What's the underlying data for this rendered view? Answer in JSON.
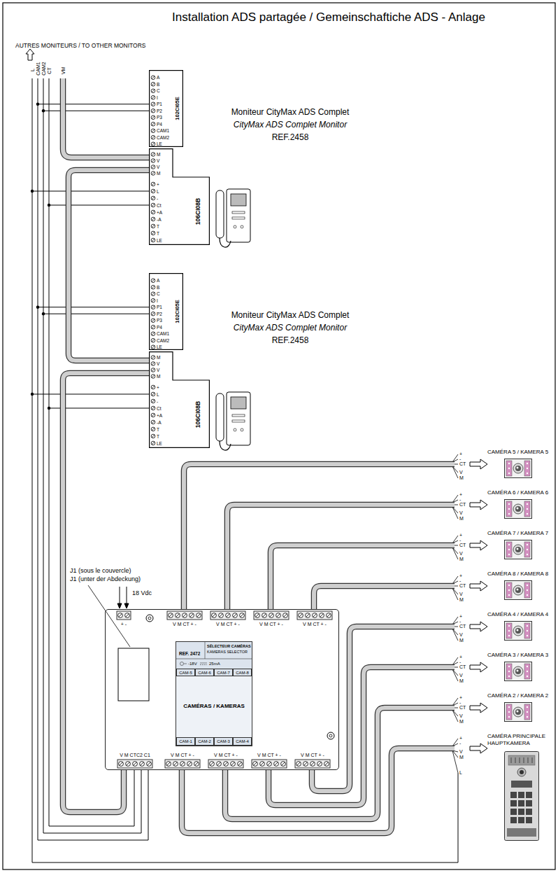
{
  "diagram": {
    "title": "Installation ADS partagée / Gemeinschaftiche ADS - Anlage",
    "nodes": [
      {
        "text": [
          "102CI05E",
          "A",
          "B",
          "C",
          "I",
          "P1",
          "P2",
          "P3",
          "P4",
          "CAM1",
          "CAM2",
          "LE"
        ]
      },
      {
        "text": [
          "106CI08B",
          "M",
          "V",
          "V",
          "M",
          "+",
          "L",
          "-",
          "Ct",
          "+A",
          "-A",
          "T",
          "T",
          "LE"
        ]
      },
      {
        "text": [
          "102CI05E",
          "A",
          "B",
          "C",
          "I",
          "P1",
          "P2",
          "P3",
          "P4",
          "CAM1",
          "CAM2",
          "LE"
        ]
      },
      {
        "text": [
          "106CI08B",
          "M",
          "V",
          "V",
          "M",
          "+",
          "L",
          "-",
          "Ct",
          "+A",
          "-A",
          "T",
          "T",
          "LE"
        ]
      },
      {
        "text": [
          "+ -",
          "V M CT + -",
          "V M CT + -",
          "V M CT + -",
          "V M CT + -",
          "V M CTC2 C1",
          "V M CT + -",
          "V M CT + -",
          "V M CT + -",
          "V M CT + -"
        ]
      },
      {
        "text": [
          "SÉLECTEUR CAMÉRAS",
          "KAMERAS SELECTOR",
          "REF. 2472",
          "-18V",
          "25mA",
          "CAM-5",
          "CAM-6",
          "CAM-7",
          "CAM-8",
          "CAMÉRAS / KAMERAS",
          "CAM-1",
          "CAM-2",
          "CAM-3",
          "CAM-4"
        ],
        "in": 4
      },
      {
        "text": [
          "CAMÉRA 5 / KAMERA 5"
        ]
      },
      {
        "text": [
          "CAMÉRA 6 / KAMERA 6"
        ]
      },
      {
        "text": [
          "CAMÉRA 7 / KAMERA 7"
        ]
      },
      {
        "text": [
          "CAMÉRA 8 / KAMERA 8"
        ]
      },
      {
        "text": [
          "CAMÉRA 4 / KAMERA 4"
        ]
      },
      {
        "text": [
          "CAMÉRA 3 / KAMERA 3"
        ]
      },
      {
        "text": [
          "CAMÉRA 2 / KAMERA 2"
        ]
      },
      {
        "text": [
          "CAMÉRA PRINCIPALE",
          "HAUPTKAMERA"
        ]
      }
    ],
    "edges": [
      {
        "from": 1,
        "to": 3,
        "arrow": "none"
      },
      {
        "from": 3,
        "to": 4,
        "arrow": "none"
      },
      {
        "from": 4,
        "to": 6,
        "arrow": "to"
      },
      {
        "from": 4,
        "to": 7,
        "arrow": "to"
      },
      {
        "from": 4,
        "to": 8,
        "arrow": "to"
      },
      {
        "from": 4,
        "to": 9,
        "arrow": "to"
      },
      {
        "from": 4,
        "to": 10,
        "arrow": "to"
      },
      {
        "from": 4,
        "to": 11,
        "arrow": "to"
      },
      {
        "from": 4,
        "to": 12,
        "arrow": "to"
      },
      {
        "from": 4,
        "to": 13,
        "arrow": "to"
      }
    ],
    "labels": [
      "AUTRES MONITEURS / TO OTHER MONITORS",
      "L",
      "CAM1",
      "CAM2",
      "CT",
      "VM",
      "Moniteur CityMax ADS Complet",
      "CityMax ADS Complet Monitor",
      "REF.2458",
      "Moniteur CityMax ADS Complet",
      "CityMax ADS Complet Monitor",
      "REF.2458",
      "J1 (sous le couvercle)",
      "J1 (unter der Abdeckung)",
      "18 Vdc",
      "+",
      "-",
      "CT",
      "V",
      "M",
      "+",
      "-",
      "CT",
      "V",
      "M",
      "+",
      "-",
      "CT",
      "V",
      "M",
      "+",
      "-",
      "CT",
      "V",
      "M",
      "+",
      "-",
      "CT",
      "V",
      "M",
      "+",
      "-",
      "CT",
      "V",
      "M",
      "+",
      "-",
      "CT",
      "V",
      "M",
      "+",
      "-",
      "V",
      "M",
      "L"
    ]
  }
}
